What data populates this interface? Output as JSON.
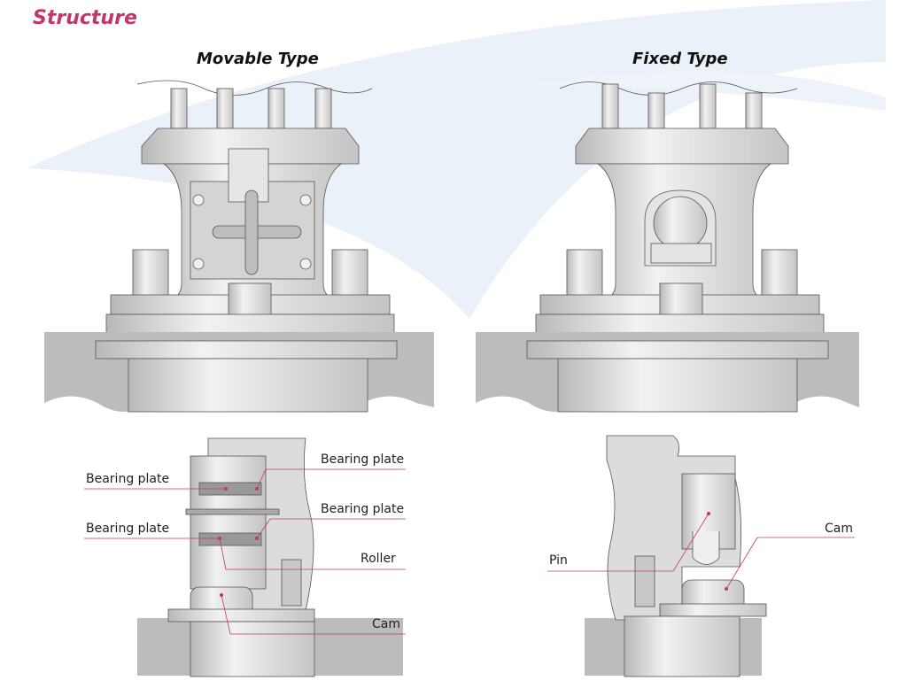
{
  "title": "Structure",
  "movable": {
    "heading": "Movable Type",
    "labels": {
      "bearing_plate_left_top": "Bearing plate",
      "bearing_plate_left_bottom": "Bearing plate",
      "bearing_plate_right_top": "Bearing plate",
      "bearing_plate_right_bottom": "Bearing plate",
      "roller": "Roller",
      "cam": "Cam"
    }
  },
  "fixed": {
    "heading": "Fixed Type",
    "labels": {
      "cam": "Cam",
      "pin": "Pin"
    }
  },
  "colors": {
    "accent": "#c2366a",
    "metal": "#d9d9d9",
    "ground": "#bcbcbc",
    "swoosh": "#eaf1f8"
  }
}
